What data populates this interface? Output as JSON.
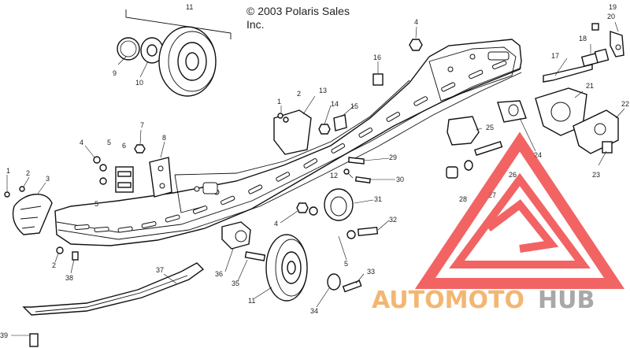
{
  "copyright": {
    "line1": "© 2003 Polaris Sales",
    "line2": "Inc."
  },
  "watermark": {
    "text_part1": "AUTOMOTO",
    "text_part2": "HUB",
    "color_primary": "#f2aa5a",
    "color_secondary": "#9a9a9a",
    "logo_color": "#f04a4a",
    "logo_shape": "triangle-logo"
  },
  "callouts": [
    {
      "id": "c11a",
      "label": "11"
    },
    {
      "id": "c9",
      "label": "9"
    },
    {
      "id": "c10",
      "label": "10"
    },
    {
      "id": "c4a",
      "label": "4"
    },
    {
      "id": "c19",
      "label": "19"
    },
    {
      "id": "c20",
      "label": "20"
    },
    {
      "id": "c18",
      "label": "18"
    },
    {
      "id": "c17",
      "label": "17"
    },
    {
      "id": "c16",
      "label": "16"
    },
    {
      "id": "c21",
      "label": "21"
    },
    {
      "id": "c22",
      "label": "22"
    },
    {
      "id": "c1a",
      "label": "1"
    },
    {
      "id": "c2a",
      "label": "2"
    },
    {
      "id": "c13",
      "label": "13"
    },
    {
      "id": "c14",
      "label": "14"
    },
    {
      "id": "c15",
      "label": "15"
    },
    {
      "id": "c7",
      "label": "7"
    },
    {
      "id": "c4b",
      "label": "4"
    },
    {
      "id": "c5a",
      "label": "5"
    },
    {
      "id": "c6",
      "label": "6"
    },
    {
      "id": "c8",
      "label": "8"
    },
    {
      "id": "c25",
      "label": "25"
    },
    {
      "id": "c24",
      "label": "24"
    },
    {
      "id": "c23",
      "label": "23"
    },
    {
      "id": "c1b",
      "label": "1"
    },
    {
      "id": "c2b",
      "label": "2"
    },
    {
      "id": "c3",
      "label": "3"
    },
    {
      "id": "c5b",
      "label": "5"
    },
    {
      "id": "c29",
      "label": "29"
    },
    {
      "id": "c12",
      "label": "12"
    },
    {
      "id": "c30",
      "label": "30"
    },
    {
      "id": "c26",
      "label": "26"
    },
    {
      "id": "c27",
      "label": "27"
    },
    {
      "id": "c28",
      "label": "28"
    },
    {
      "id": "c31",
      "label": "31"
    },
    {
      "id": "c4c",
      "label": "4"
    },
    {
      "id": "c32",
      "label": "32"
    },
    {
      "id": "c5c",
      "label": "5"
    },
    {
      "id": "c2c",
      "label": "2"
    },
    {
      "id": "c38a",
      "label": "38"
    },
    {
      "id": "c37",
      "label": "37"
    },
    {
      "id": "c36",
      "label": "36"
    },
    {
      "id": "c35",
      "label": "35"
    },
    {
      "id": "c33",
      "label": "33"
    },
    {
      "id": "c11b",
      "label": "11"
    },
    {
      "id": "c34",
      "label": "34"
    },
    {
      "id": "c39",
      "label": "39"
    }
  ]
}
